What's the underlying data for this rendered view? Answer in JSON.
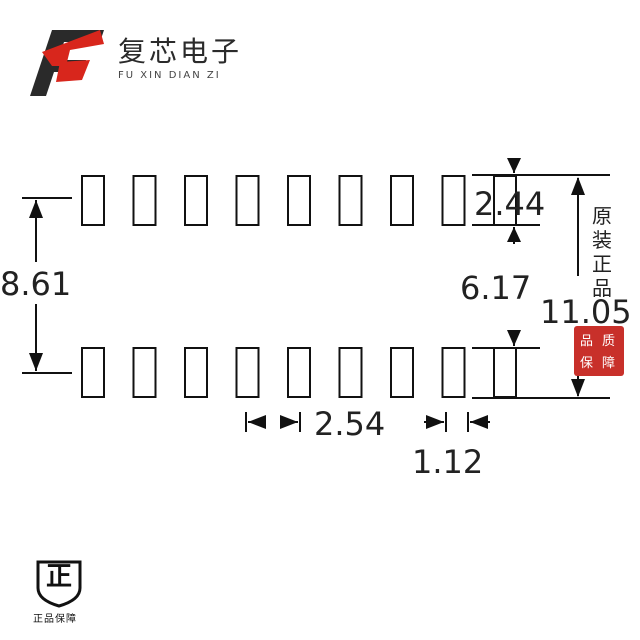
{
  "brand": {
    "name_cn": "复芯电子",
    "name_en": "FU XIN DIAN ZI",
    "logo_colors": {
      "red": "#d8261c",
      "dark": "#2a2a2a"
    }
  },
  "dimensions": {
    "pad_length": "2.44",
    "row_span": "8.61",
    "inner_gap": "6.17",
    "overall_height": "11.05",
    "pitch": "2.54",
    "pad_width": "1.12"
  },
  "pads": {
    "per_row": 9,
    "rows": 2
  },
  "side_label": "原装正品",
  "seal": {
    "chars": [
      "品",
      "质",
      "保",
      "障"
    ],
    "color": "#c8302a"
  },
  "badge": {
    "glyph": "正",
    "label": "正品保障"
  }
}
